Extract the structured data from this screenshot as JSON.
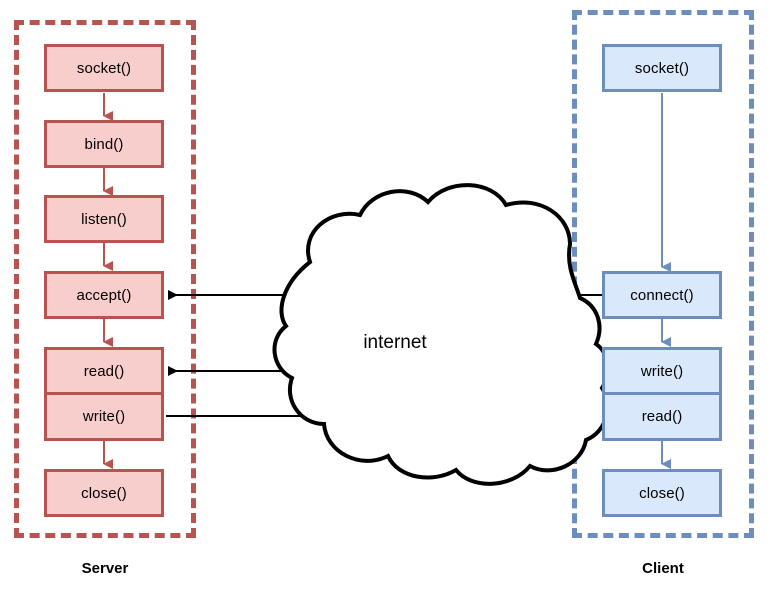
{
  "diagram": {
    "title": "Socket API flow between Server and Client over the internet",
    "cloud": {
      "label": "internet"
    },
    "colors": {
      "server_fill": "#f8cecc",
      "server_stroke": "#b85450",
      "client_fill": "#dae8fc",
      "client_stroke": "#6c8ebf",
      "line": "#000000",
      "background": "#ffffff"
    },
    "server": {
      "zone_label": "Server",
      "nodes": [
        {
          "id": "server-socket",
          "label": "socket()"
        },
        {
          "id": "server-bind",
          "label": "bind()"
        },
        {
          "id": "server-listen",
          "label": "listen()"
        },
        {
          "id": "server-accept",
          "label": "accept()"
        },
        {
          "id": "server-read",
          "label": "read()"
        },
        {
          "id": "server-write",
          "label": "write()"
        },
        {
          "id": "server-close",
          "label": "close()"
        }
      ]
    },
    "client": {
      "zone_label": "Client",
      "nodes": [
        {
          "id": "client-socket",
          "label": "socket()"
        },
        {
          "id": "client-connect",
          "label": "connect()"
        },
        {
          "id": "client-write",
          "label": "write()"
        },
        {
          "id": "client-read",
          "label": "read()"
        },
        {
          "id": "client-close",
          "label": "close()"
        }
      ]
    },
    "connections": [
      {
        "id": "conn-connect-accept",
        "from": "client-connect",
        "to": "server-accept",
        "direction": "right-to-left"
      },
      {
        "id": "conn-cwrite-sread",
        "from": "client-write",
        "to": "server-read",
        "direction": "right-to-left"
      },
      {
        "id": "conn-swrite-cread",
        "from": "server-write",
        "to": "client-read",
        "direction": "left-to-right"
      }
    ]
  }
}
